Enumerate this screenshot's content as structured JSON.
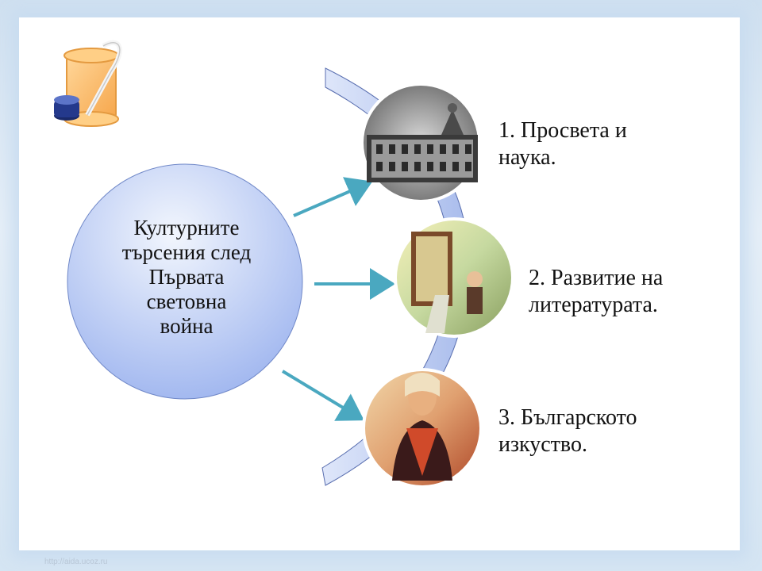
{
  "center": {
    "lines": [
      "Културните",
      "търсения след",
      "Първата",
      "световна",
      "война"
    ]
  },
  "items": [
    {
      "label": "1. Просвета и наука."
    },
    {
      "label": "2. Развитие на литературата."
    },
    {
      "label": "3. Българското изкуство."
    }
  ],
  "footer": {
    "url": "http://aida.ucoz.ru"
  },
  "colors": {
    "accent_arrow": "#4aa8c0",
    "center_fill_top": "#eef3fc",
    "center_fill_bottom": "#9fb6f0",
    "arc": "#c5d3f3"
  }
}
